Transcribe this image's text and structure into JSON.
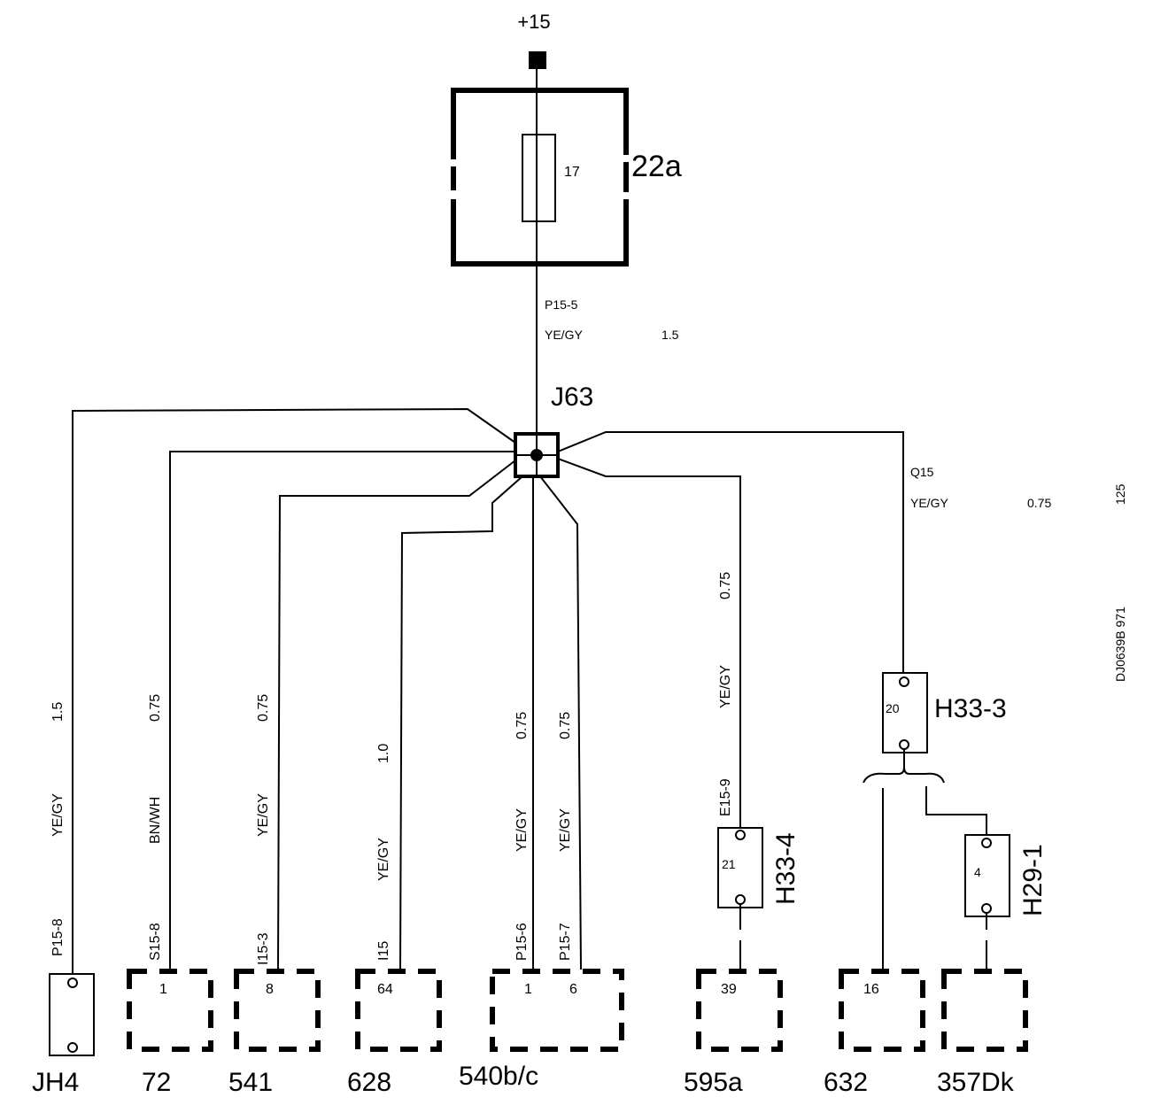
{
  "supply": {
    "label": "+15"
  },
  "fuse_box": {
    "name": "22a",
    "fuse_number": "17"
  },
  "main_wire": {
    "pin": "P15-5",
    "color": "YE/GY",
    "size": "1.5"
  },
  "junction": {
    "name": "J63"
  },
  "doc_id": "DJ0639B 971",
  "side_code": "125",
  "h33_3": {
    "name": "H33-3",
    "pin": "20"
  },
  "q15_wire": {
    "code": "Q15",
    "color": "YE/GY",
    "size": "0.75"
  },
  "h33_4": {
    "name": "H33-4",
    "pin": "21"
  },
  "h29_1": {
    "name": "H29-1",
    "pin": "4"
  },
  "wires": {
    "jh4": {
      "pin": "P15-8",
      "color": "YE/GY",
      "size": "1.5"
    },
    "c72": {
      "pin": "S15-8",
      "color": "BN/WH",
      "size": "0.75"
    },
    "c541": {
      "pin": "I15-3",
      "color": "YE/GY",
      "size": "0.75"
    },
    "c628": {
      "pin": "I15",
      "color": "YE/GY",
      "size": "1.0"
    },
    "c540_1": {
      "pin": "P15-6",
      "color": "YE/GY",
      "size": "0.75"
    },
    "c540_6": {
      "pin": "P15-7",
      "color": "YE/GY",
      "size": "0.75"
    },
    "c595a": {
      "pin": "E15-9",
      "color": "YE/GY",
      "size": "0.75"
    }
  },
  "connectors": {
    "jh4": {
      "name": "JH4"
    },
    "c72": {
      "name": "72",
      "pin": "1"
    },
    "c541": {
      "name": "541",
      "pin": "8"
    },
    "c628": {
      "name": "628",
      "pin": "64"
    },
    "c540": {
      "name": "540b/c",
      "pin_a": "1",
      "pin_b": "6"
    },
    "c595a": {
      "name": "595a",
      "pin": "39"
    },
    "c632": {
      "name": "632",
      "pin": "16"
    },
    "c357": {
      "name": "357Dk"
    }
  }
}
